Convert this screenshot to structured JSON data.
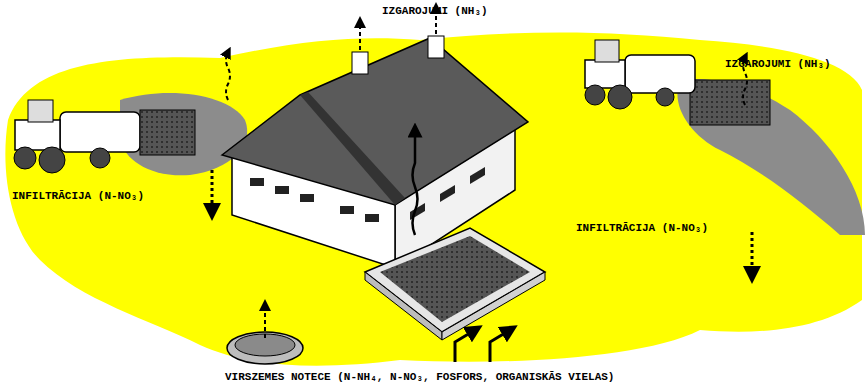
{
  "diagram": {
    "labels": [
      "IZGAROJUMI (NH₃)",
      "IZGAROJUMI (NH₃)",
      "INFILTRĀCIJA (N-NO₃)",
      "INFILTRĀCIJA (N-NO₃)",
      "VIRSZEMES NOTECE (N-NH₄, N-NO₃, FOSFORS, ORGANISKĀS VIELAS)"
    ]
  }
}
